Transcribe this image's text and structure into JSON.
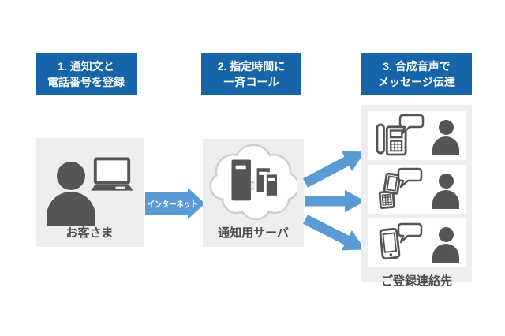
{
  "steps": [
    {
      "line1": "1. 通知文と",
      "line2": "電話番号を登録"
    },
    {
      "line1": "2. 指定時間に",
      "line2": "一斉コール"
    },
    {
      "line1": "3. 合成音声で",
      "line2": "メッセージ伝達"
    }
  ],
  "customer": {
    "label": "お客さま",
    "icons": [
      "person-icon",
      "laptop-icon"
    ]
  },
  "server": {
    "label": "通知用サーバ",
    "icons": [
      "cloud-icon",
      "server-towers-icon"
    ]
  },
  "contacts": {
    "label": "ご登録連絡先",
    "rows": [
      {
        "icon": "landline-phone-icon",
        "bubble": "speech-bubble-icon",
        "person": "person-icon"
      },
      {
        "icon": "feature-phone-icon",
        "bubble": "speech-bubble-icon",
        "person": "person-icon"
      },
      {
        "icon": "smartphone-icon",
        "bubble": "speech-bubble-icon",
        "person": "person-icon"
      }
    ]
  },
  "internet_arrow": {
    "label": "インターネット"
  },
  "colors": {
    "step_box_bg": "#1665A8",
    "step_box_text": "#FFFFFF",
    "arrow_blue": "#5B9BD5",
    "panel_bg": "#ECEEF0",
    "row_bg": "#FFFFFF",
    "icon_gray": "#555555",
    "label_text": "#4D4D4D",
    "cloud_outline": "#CFCFCF"
  }
}
